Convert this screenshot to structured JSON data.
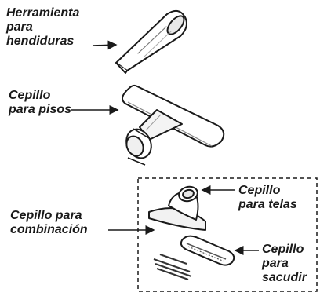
{
  "labels": {
    "crevice_tool": [
      "Herramienta",
      "para",
      "hendiduras"
    ],
    "floor_brush": [
      "Cepillo",
      "para pisos"
    ],
    "combination_brush": [
      "Cepillo para",
      "combinación"
    ],
    "upholstery_brush": [
      "Cepillo",
      "para telas"
    ],
    "dusting_brush": [
      "Cepillo",
      "para",
      "sacudir"
    ]
  }
}
